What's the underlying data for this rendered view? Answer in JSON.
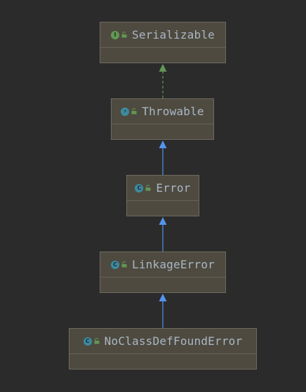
{
  "diagram": {
    "nodes": [
      {
        "id": "serializable",
        "label": "Serializable",
        "kind": "interface",
        "kind_letter": "I"
      },
      {
        "id": "throwable",
        "label": "Throwable",
        "kind": "throwable",
        "kind_letter": "⚡"
      },
      {
        "id": "error",
        "label": "Error",
        "kind": "class",
        "kind_letter": "C"
      },
      {
        "id": "linkage-error",
        "label": "LinkageError",
        "kind": "class",
        "kind_letter": "C"
      },
      {
        "id": "no-class-def-found-error",
        "label": "NoClassDefFoundError",
        "kind": "class",
        "kind_letter": "C"
      }
    ],
    "edges": [
      {
        "from": "throwable",
        "to": "serializable",
        "type": "implements"
      },
      {
        "from": "error",
        "to": "throwable",
        "type": "extends"
      },
      {
        "from": "linkage-error",
        "to": "error",
        "type": "extends"
      },
      {
        "from": "no-class-def-found-error",
        "to": "linkage-error",
        "type": "extends"
      }
    ],
    "colors": {
      "background": "#2b2b2b",
      "node_fill": "#4e4a3f",
      "node_border": "#6e6a60",
      "label_text": "#a9b7c6",
      "implements_edge": "#629755",
      "extends_edge": "#5394ec",
      "interface_icon": "#629755",
      "class_icon": "#3d8aa0",
      "lock_icon": "#629755"
    },
    "icons": {
      "interface": "interface-icon",
      "class": "class-icon",
      "throwable": "throwable-class-icon",
      "visibility": "unlocked-public-icon"
    }
  }
}
